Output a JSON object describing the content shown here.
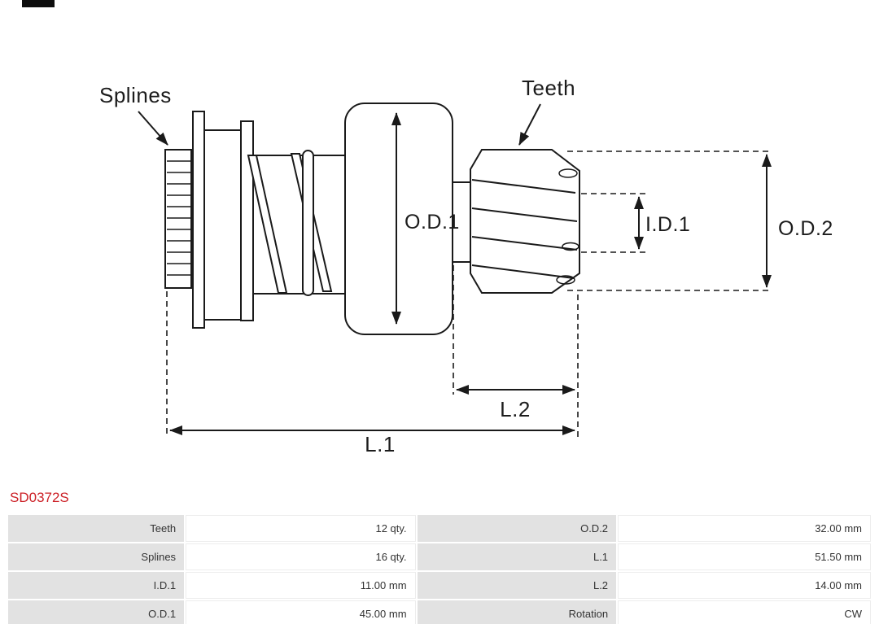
{
  "theme": {
    "accent": "#cc2026",
    "line": "#1a1a1a",
    "text": "#333333",
    "table-label-bg": "#e2e2e2",
    "table-border": "#ededed"
  },
  "part": {
    "code": "SD0372S"
  },
  "diagram": {
    "labels": {
      "splines": "Splines",
      "teeth": "Teeth",
      "od1": "O.D.1",
      "id1": "I.D.1",
      "od2": "O.D.2",
      "l1": "L.1",
      "l2": "L.2"
    }
  },
  "spec_table": {
    "rows": [
      {
        "label1": "Teeth",
        "value1": "12 qty.",
        "label2": "O.D.2",
        "value2": "32.00 mm"
      },
      {
        "label1": "Splines",
        "value1": "16 qty.",
        "label2": "L.1",
        "value2": "51.50 mm"
      },
      {
        "label1": "I.D.1",
        "value1": "11.00 mm",
        "label2": "L.2",
        "value2": "14.00 mm"
      },
      {
        "label1": "O.D.1",
        "value1": "45.00 mm",
        "label2": "Rotation",
        "value2": "CW"
      }
    ]
  }
}
